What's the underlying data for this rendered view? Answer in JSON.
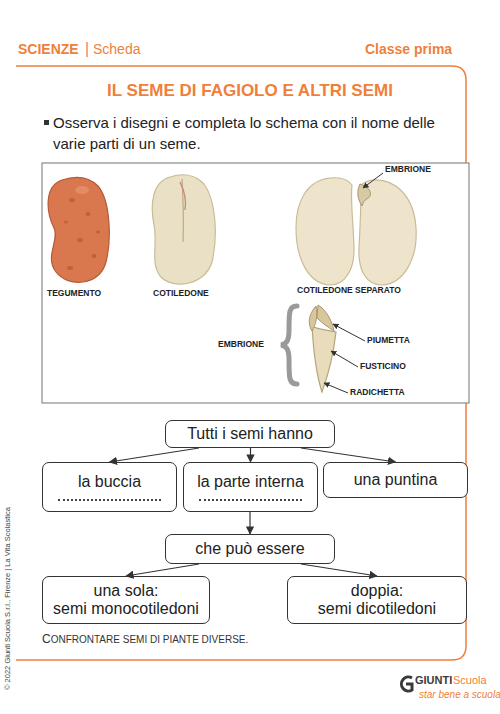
{
  "diagram": {
    "title": "IL SEME DI FAGIOLO E ALTRI SEMI",
    "caption": "CONFRONTARE SEMI DI PIANTE DIVERSE.",
    "nodes": [
      {
        "text": [
          "Tutti i semi hanno"
        ]
      },
      {
        "text": [
          "la buccia"
        ]
      },
      {
        "text": [
          "la parte interna"
        ]
      },
      {
        "text": [
          "una puntina"
        ]
      },
      {
        "text": [
          "che può essere"
        ]
      },
      {
        "text": [
          "una sola:",
          "semi monocotiledoni"
        ]
      },
      {
        "text": [
          "doppia:",
          "semi dicotiledoni"
        ]
      }
    ],
    "edges": [
      {
        "from": 0,
        "to": 1,
        "arrow": "to"
      },
      {
        "from": 0,
        "to": 2,
        "arrow": "to"
      },
      {
        "from": 0,
        "to": 3,
        "arrow": "to"
      },
      {
        "from": 2,
        "to": 4,
        "arrow": "to"
      },
      {
        "from": 4,
        "to": 5,
        "arrow": "to"
      },
      {
        "from": 4,
        "to": 6,
        "arrow": "to"
      }
    ],
    "labels": [
      "SCIENZE",
      "Scheda",
      "Classe prima",
      "Osserva i disegni e completa lo schema con il nome delle varie parti di un seme.",
      "EMBRIONE",
      "TEGUMENTO",
      "COTILEDONE",
      "COTILEDONE SEPARATO",
      "EMBRIONE",
      "PIUMETTA",
      "FUSTICINO",
      "RADICHETTA",
      "© 2022 Giunti Scuola S.r.l., Firenze | La Vita Scolastica",
      "GIUNTI",
      "Scuola",
      "star bene a scuola"
    ]
  }
}
